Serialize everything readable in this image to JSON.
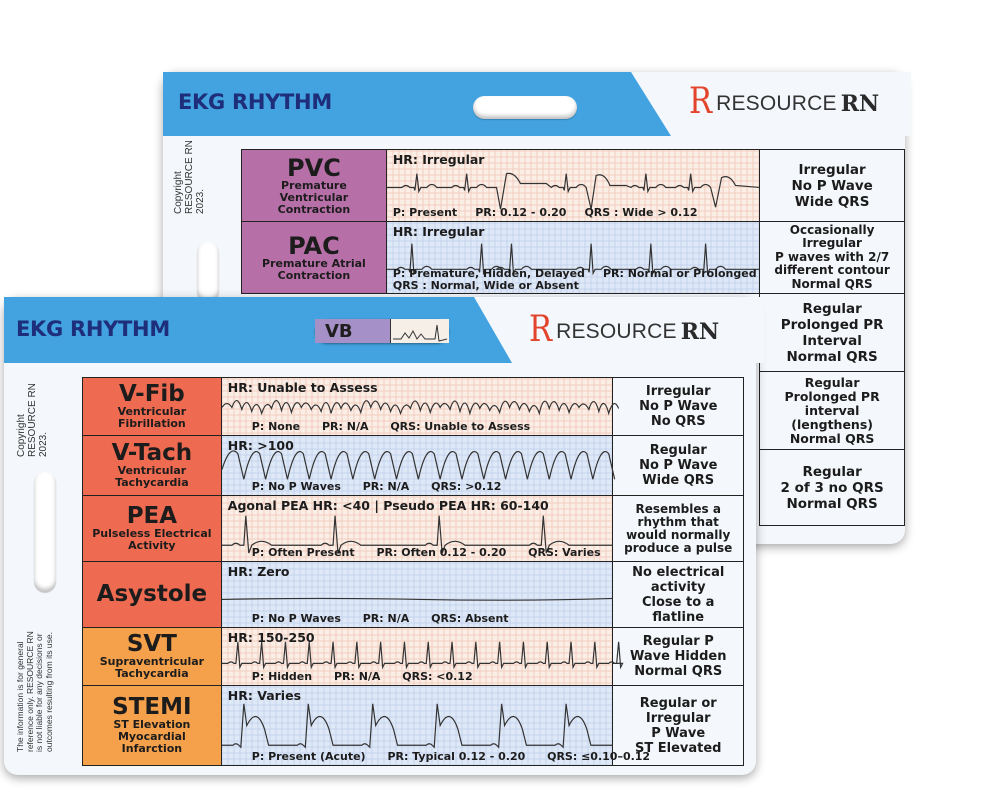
{
  "back_card": {
    "title": "EKG RHYTHM",
    "logo": {
      "mark": "R",
      "text": "RESOURCE",
      "suffix": "RN"
    },
    "copyright": [
      "Copyright",
      "RESOURCE RN",
      "2023."
    ],
    "colors": {
      "header": "#42a3e0",
      "name_cell": "#b76fa8"
    },
    "rhythms": [
      {
        "name": "PVC",
        "subtitle": "Premature Ventricular Contraction",
        "hr": "HR: Irregular",
        "p": "P: Present",
        "pr": "PR: 0.12 - 0.20",
        "qrs": "QRS : Wide > 0.12",
        "description": [
          "Irregular",
          "No P Wave",
          "Wide QRS"
        ]
      },
      {
        "name": "PAC",
        "subtitle": "Premature Atrial Contraction",
        "hr": "HR: Irregular",
        "p": "P: Premature, Hidden, Delayed",
        "pr": "PR: Normal or Prolonged",
        "qrs": "QRS : Normal, Wide or Absent",
        "description": [
          "Occasionally",
          "Irregular",
          "P waves with 2/7",
          "different contour",
          "Normal QRS"
        ]
      },
      {
        "description": [
          "Regular",
          "Prolonged PR",
          "Interval",
          "Normal QRS"
        ]
      },
      {
        "description": [
          "Regular",
          "Prolonged PR",
          "interval",
          "(lengthens)",
          "Normal QRS"
        ]
      },
      {
        "description": [
          "Regular",
          "2 of 3 no QRS",
          "Normal QRS"
        ]
      }
    ]
  },
  "front_card": {
    "title": "EKG RHYTHM",
    "tab_label": "VB",
    "logo": {
      "mark": "R",
      "text": "RESOURCE",
      "suffix": "RN"
    },
    "copyright": [
      "Copyright",
      "RESOURCE RN",
      "2023."
    ],
    "disclaimer": [
      "The information is for general",
      "reference only. RESOURCE RN",
      "is not liable for any decisions or",
      "outcomes resulting from its use."
    ],
    "colors": {
      "header": "#42a3e0",
      "red": "#ee6a50",
      "orange": "#f5a04a",
      "tab": "#a690c8"
    },
    "rhythms": [
      {
        "name": "V-Fib",
        "subtitle": "Ventricular Fibrillation",
        "hr": "HR: Unable to Assess",
        "p": "P: None",
        "pr": "PR: N/A",
        "qrs": "QRS: Unable to Assess",
        "description": [
          "Irregular",
          "No P Wave",
          "No QRS"
        ]
      },
      {
        "name": "V-Tach",
        "subtitle": "Ventricular Tachycardia",
        "hr": "HR: >100",
        "p": "P: No P Waves",
        "pr": "PR:  N/A",
        "qrs": "QRS: >0.12",
        "description": [
          "Regular",
          "No P Wave",
          "Wide QRS"
        ]
      },
      {
        "name": "PEA",
        "subtitle": "Pulseless Electrical Activity",
        "hr": "Agonal PEA HR: <40 | Pseudo PEA HR: 60-140",
        "p": "P: Often Present",
        "pr": "PR: Often 0.12 - 0.20",
        "qrs": "QRS: Varies",
        "description": [
          "Resembles a",
          "rhythm that",
          "would normally",
          "produce a pulse"
        ]
      },
      {
        "name": "Asystole",
        "subtitle": "",
        "hr": "HR: Zero",
        "p": "P: No P Waves",
        "pr": "PR:  N/A",
        "qrs": "QRS: Absent",
        "description": [
          "No electrical",
          "activity",
          "Close to a",
          "flatline"
        ]
      },
      {
        "name": "SVT",
        "subtitle": "Supraventricular Tachycardia",
        "hr": "HR: 150-250",
        "p": "P: Hidden",
        "pr": "PR: N/A",
        "qrs": "QRS: <0.12",
        "description": [
          "Regular P",
          "Wave Hidden",
          "Normal QRS"
        ]
      },
      {
        "name": "STEMI",
        "subtitle": "ST Elevation Myocardial Infarction",
        "hr": "HR: Varies",
        "p": "P: Present (Acute)",
        "pr": "PR: Typical 0.12 - 0.20",
        "qrs": "QRS: ≤0.10–0.12",
        "description": [
          "Regular or",
          "Irregular",
          "P Wave",
          "ST Elevated"
        ]
      }
    ]
  }
}
